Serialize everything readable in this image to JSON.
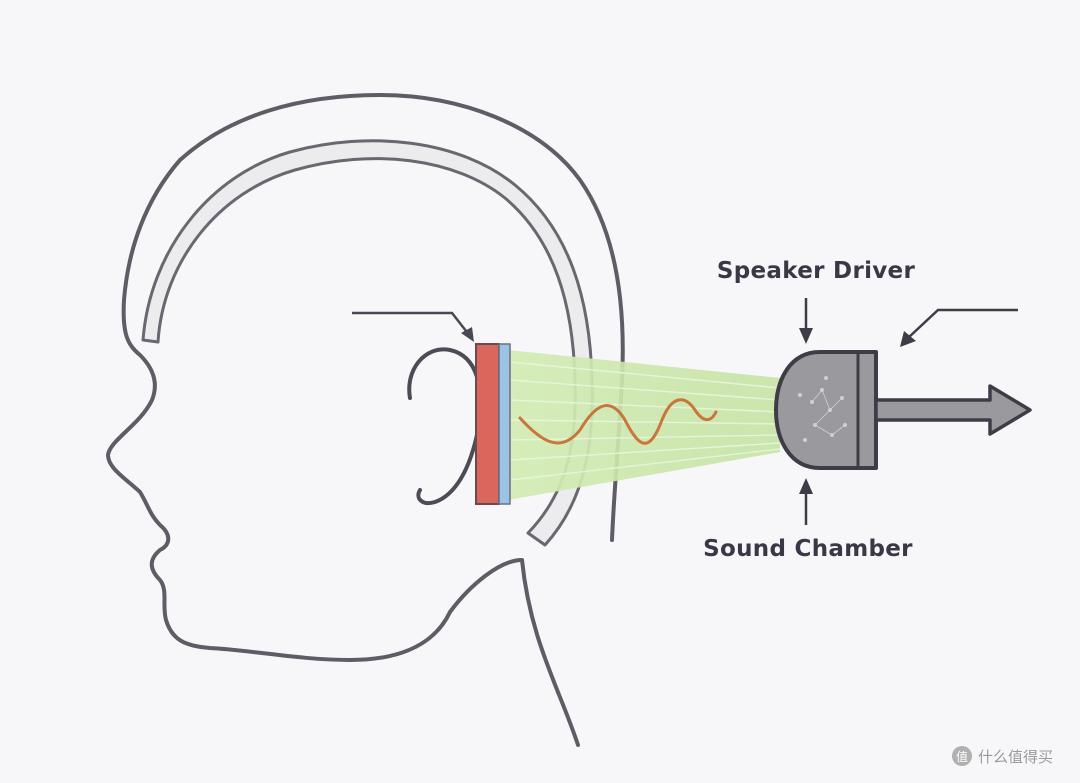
{
  "labels": {
    "speaker_driver": "Speaker Driver",
    "sound_chamber": "Sound Chamber"
  },
  "watermark": {
    "logo_glyph": "值",
    "text": "什么值得买"
  },
  "colors": {
    "outline": "#55525e",
    "head_outline": "#5f5c66",
    "ear_pad": "#d9675c",
    "ear_pad_inner": "#9cc3e6",
    "sound_beam": "#c9e6a8",
    "sound_wave": "#c8763a",
    "driver_fill": "#9a9a9e",
    "background": "#f7f7f9"
  }
}
